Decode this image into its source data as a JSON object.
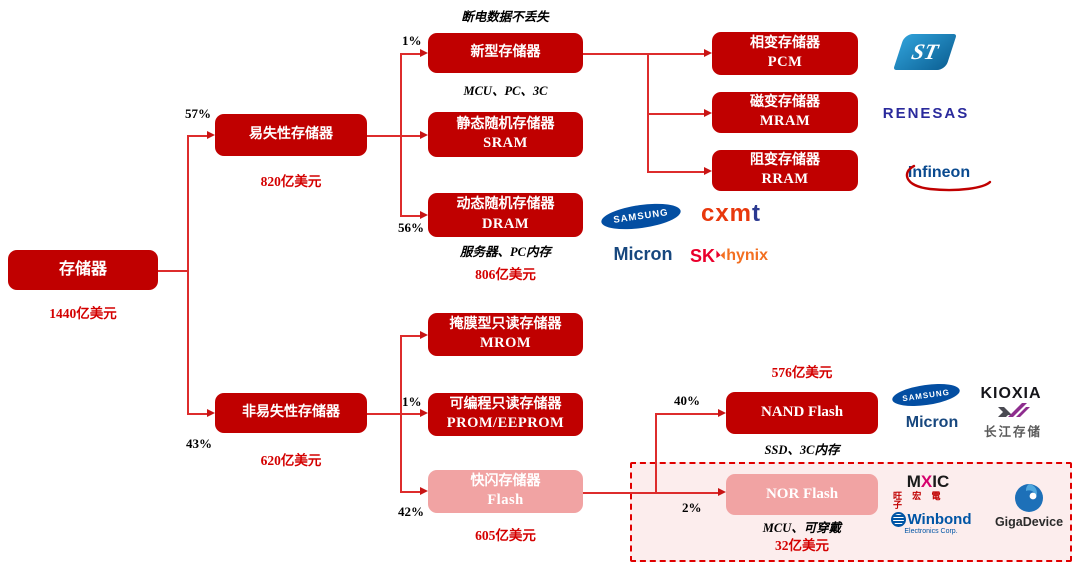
{
  "colors": {
    "box_red": "#C00000",
    "box_pink": "#F1A3A3",
    "connector_red": "#DD2C2C",
    "money_red": "#D40000",
    "dashed_border": "#E00000",
    "dashed_fill": "#FCEDED"
  },
  "nodes": {
    "root": {
      "label": "存储器",
      "value": "1440亿美元"
    },
    "volatile": {
      "label": "易失性存储器",
      "percent": "57%",
      "value": "820亿美元"
    },
    "nonvolatile": {
      "label": "非易失性存储器",
      "percent": "43%",
      "value": "620亿美元"
    },
    "new_memory": {
      "label": "新型存储器",
      "percent": "1%",
      "note_top": "断电数据不丢失",
      "note_bottom": "MCU、PC、3C"
    },
    "sram": {
      "label": "静态随机存储器",
      "sub": "SRAM"
    },
    "dram": {
      "label": "动态随机存储器",
      "sub": "DRAM",
      "percent": "56%",
      "note_bottom": "服务器、PC内存",
      "value": "806亿美元"
    },
    "pcm": {
      "label": "相变存储器",
      "sub": "PCM"
    },
    "mram": {
      "label": "磁变存储器",
      "sub": "MRAM"
    },
    "rram": {
      "label": "阻变存储器",
      "sub": "RRAM"
    },
    "mrom": {
      "label": "掩膜型只读存储器",
      "sub": "MROM"
    },
    "prom": {
      "label": "可编程只读存储器",
      "sub": "PROM/EEPROM",
      "percent": "1%"
    },
    "flash": {
      "label": "快闪存储器",
      "sub": "Flash",
      "percent": "42%",
      "value": "605亿美元"
    },
    "nand": {
      "label": "NAND Flash",
      "percent": "40%",
      "value": "576亿美元",
      "note_bottom": "SSD、3C内存"
    },
    "nor": {
      "label": "NOR Flash",
      "percent": "2%",
      "value": "32亿美元",
      "note_bottom": "MCU、可穿戴"
    }
  },
  "logos": {
    "st": "ST",
    "renesas": "RENESAS",
    "infineon": "Infineon",
    "samsung": "SAMSUNG",
    "cxmt_red": "cxm",
    "cxmt_blue": "t",
    "micron": "Micron",
    "sk": "SK",
    "hynix": "hynix",
    "kioxia": "KIOXIA",
    "ymtc_cn": "长江存储",
    "mxic_m": "M",
    "mxic_x": "X",
    "mxic_ic": "IC",
    "mxic_cn": "旺 宏 電 子",
    "winbond": "Winbond",
    "winbond_sub": "Electronics Corp.",
    "gigadevice": "GigaDevice"
  }
}
